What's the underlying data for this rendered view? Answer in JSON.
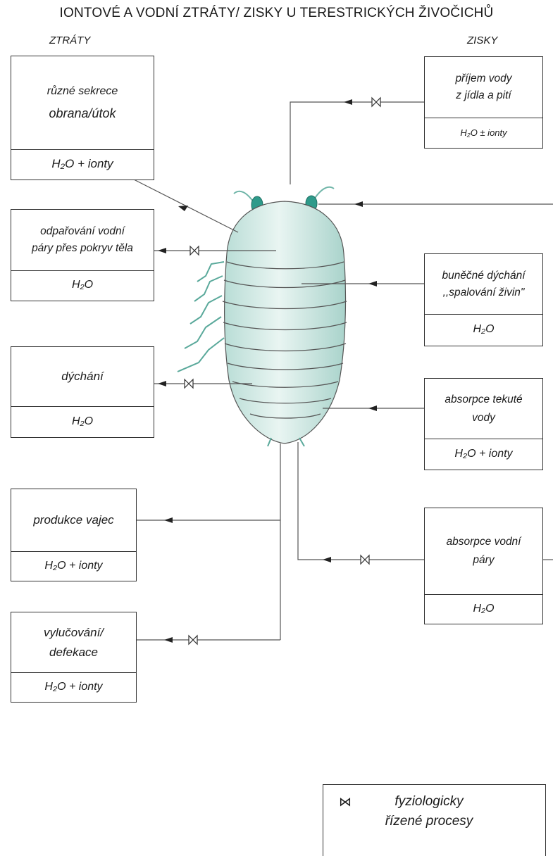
{
  "title": "IONTOVÉ A VODNÍ ZTRÁTY/ ZISKY U TERESTRICKÝCH ŽIVOČICHŮ",
  "header_losses": "ZTRÁTY",
  "header_gains": "ZISKY",
  "losses": [
    {
      "lines": [
        "různé sekrece",
        "obrana/útok"
      ],
      "output": "H₂O + ionty",
      "regulated": false
    },
    {
      "lines": [
        "odpařování vodní",
        "páry přes pokryv těla"
      ],
      "output": "H₂O",
      "regulated": true
    },
    {
      "lines": [
        "dýchání"
      ],
      "output": "H₂O",
      "regulated": true
    },
    {
      "lines": [
        "produkce vajec"
      ],
      "output": "H₂O + ionty",
      "regulated": false
    },
    {
      "lines": [
        "vylučování/",
        "defekace"
      ],
      "output": "H₂O + ionty",
      "regulated": true
    }
  ],
  "gains": [
    {
      "lines": [
        "příjem vody",
        "z jídla a pití"
      ],
      "output": "H₂O ± ionty",
      "regulated": true
    },
    {
      "lines": [
        "buněčné dýchání",
        ",,spalování živin\""
      ],
      "output": "H₂O",
      "regulated": false
    },
    {
      "lines": [
        "absorpce tekuté",
        "vody"
      ],
      "output": "H₂O + ionty",
      "regulated": false
    },
    {
      "lines": [
        "absorpce vodní",
        "páry"
      ],
      "output": "H₂O",
      "regulated": true
    }
  ],
  "legend": {
    "symbol": "⋈",
    "lines": [
      "fyziologicky",
      "řízené procesy"
    ]
  }
}
